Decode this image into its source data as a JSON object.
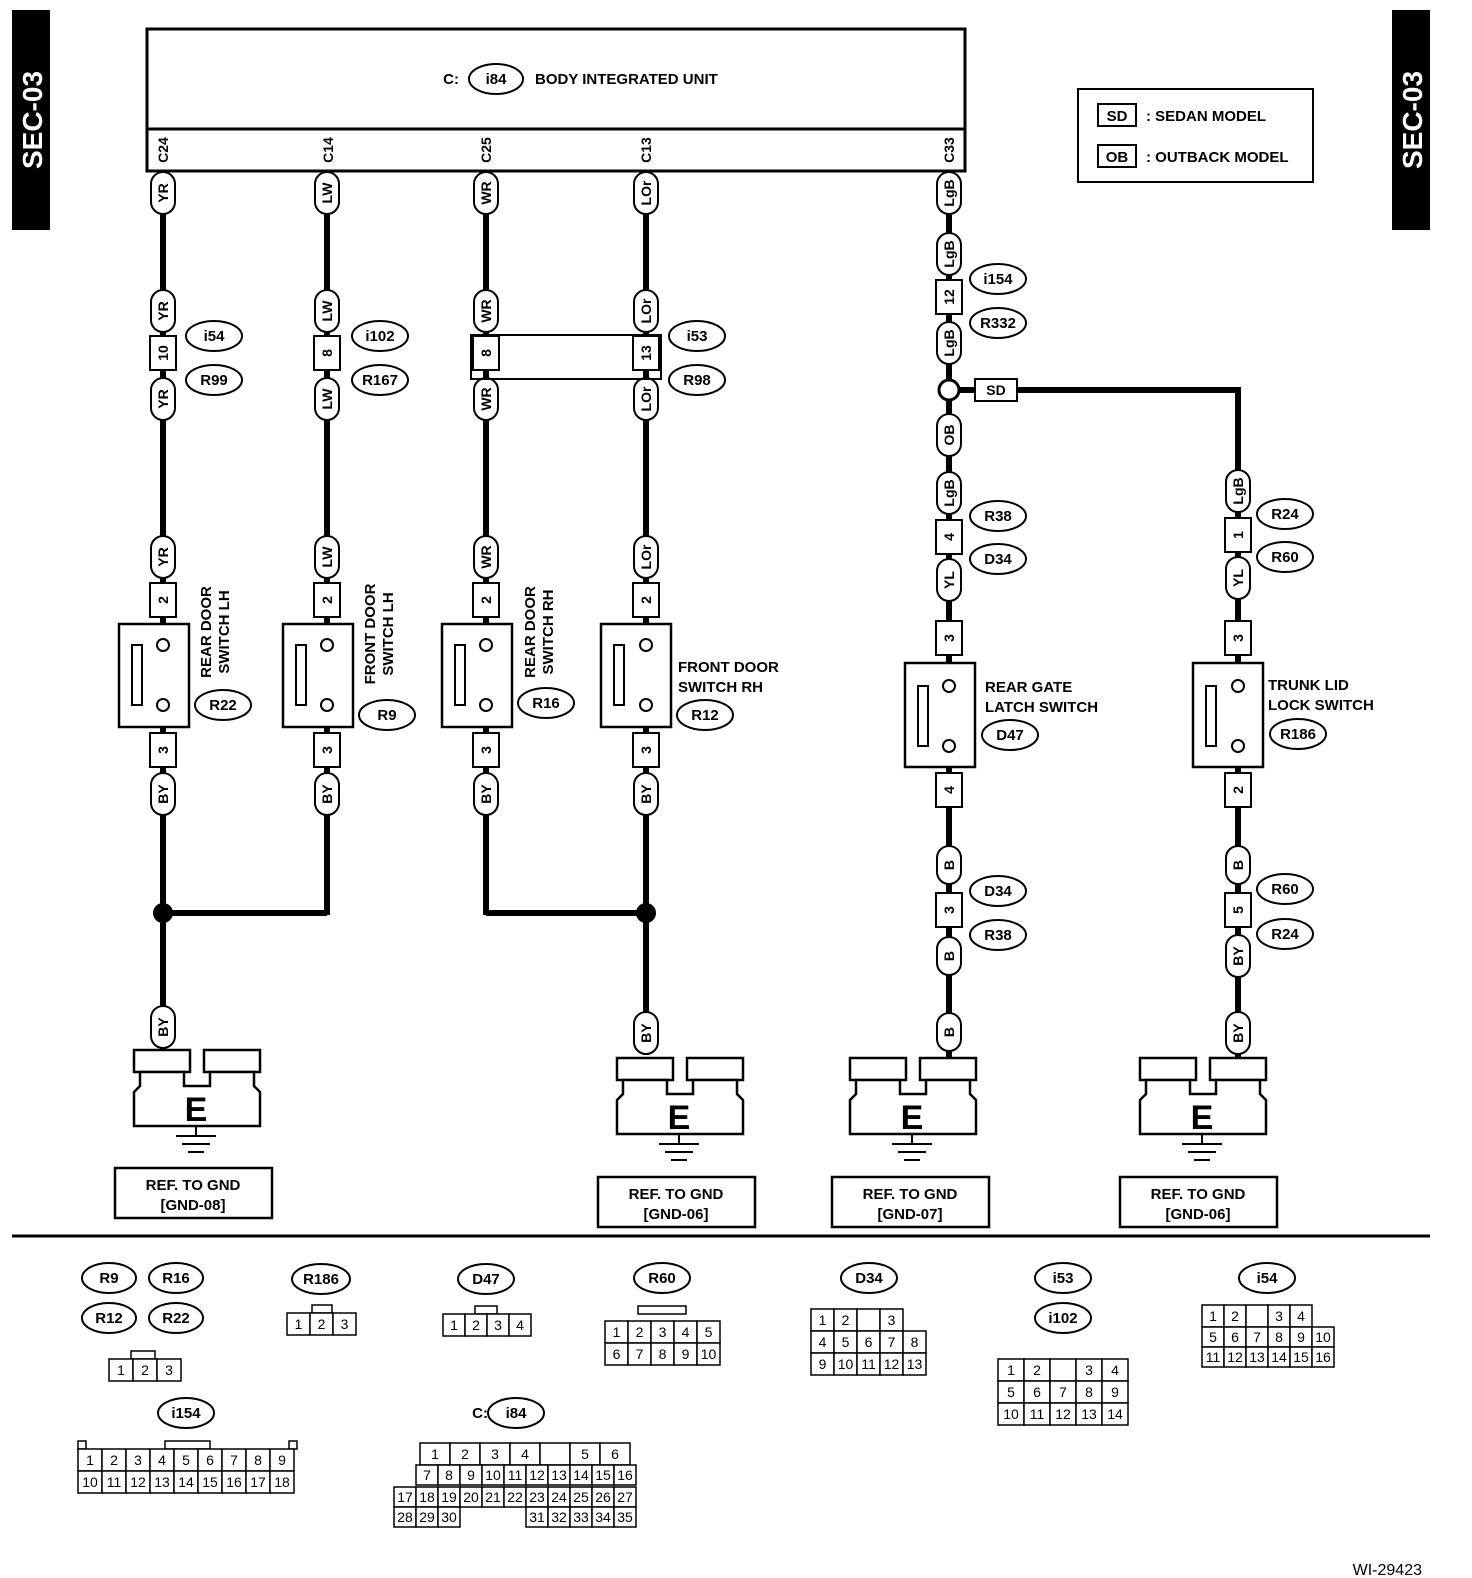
{
  "section_tag": "SEC-03",
  "unit": {
    "prefix": "C:",
    "code": "i84",
    "name": "BODY INTEGRATED UNIT"
  },
  "legend": [
    {
      "abbr": "SD",
      "text": ": SEDAN MODEL"
    },
    {
      "abbr": "OB",
      "text": ": OUTBACK MODEL"
    }
  ],
  "pins": [
    "C24",
    "C14",
    "C25",
    "C13",
    "C33"
  ],
  "wires": {
    "yr": "YR",
    "lw": "LW",
    "wr": "WR",
    "lor": "LOr",
    "lgb": "LgB",
    "by": "BY",
    "yl": "YL",
    "b": "B",
    "sd": "SD",
    "ob": "OB"
  },
  "connectors": {
    "i54": "i54",
    "r99": "R99",
    "i102": "i102",
    "r167": "R167",
    "i53": "i53",
    "r98": "R98",
    "i154": "i154",
    "r332": "R332",
    "r38": "R38",
    "d34": "D34",
    "r24": "R24",
    "r60": "R60",
    "r22": "R22",
    "r9": "R9",
    "r16": "R16",
    "r12": "R12",
    "d47": "D47",
    "r186": "R186"
  },
  "terminals": {
    "t10": "10",
    "t8": "8",
    "t13": "13",
    "t12": "12",
    "t4": "4",
    "t1": "1",
    "t2": "2",
    "t3": "3",
    "t5": "5"
  },
  "switches": {
    "rear_lh": [
      "REAR DOOR",
      "SWITCH LH"
    ],
    "front_lh": [
      "FRONT DOOR",
      "SWITCH LH"
    ],
    "rear_rh": [
      "REAR DOOR",
      "SWITCH RH"
    ],
    "front_rh": [
      "FRONT DOOR",
      "SWITCH RH"
    ],
    "rear_gate": [
      "REAR GATE",
      "LATCH SWITCH"
    ],
    "trunk": [
      "TRUNK LID",
      "LOCK SWITCH"
    ]
  },
  "grounds": [
    {
      "letter": "E",
      "ref": "REF. TO GND",
      "code": "[GND-08]"
    },
    {
      "letter": "E",
      "ref": "REF. TO GND",
      "code": "[GND-06]"
    },
    {
      "letter": "E",
      "ref": "REF. TO GND",
      "code": "[GND-07]"
    },
    {
      "letter": "E",
      "ref": "REF. TO GND",
      "code": "[GND-06]"
    }
  ],
  "connector_views": {
    "tags": {
      "r9": "R9",
      "r16": "R16",
      "r12": "R12",
      "r22": "R22",
      "r186": "R186",
      "d47": "D47",
      "r60": "R60",
      "d34": "D34",
      "i53": "i53",
      "i102": "i102",
      "i54": "i54",
      "i154": "i154",
      "i84": "i84",
      "i84_prefix": "C:"
    },
    "r9_group": [
      "1",
      "2",
      "3"
    ],
    "r186": [
      "1",
      "2",
      "3"
    ],
    "d47": [
      "1",
      "2",
      "3",
      "4"
    ],
    "r60": [
      [
        "1",
        "2",
        "3",
        "4",
        "5"
      ],
      [
        "6",
        "7",
        "8",
        "9",
        "10"
      ]
    ],
    "d34": [
      [
        "1",
        "2",
        "",
        "3"
      ],
      [
        "4",
        "5",
        "6",
        "7",
        "8"
      ],
      [
        "9",
        "10",
        "11",
        "12",
        "13"
      ]
    ],
    "i53": [
      [
        "1",
        "2",
        "",
        "3",
        "4"
      ],
      [
        "5",
        "6",
        "7",
        "8",
        "9"
      ],
      [
        "10",
        "11",
        "12",
        "13",
        "14"
      ]
    ],
    "i54": [
      [
        "1",
        "2",
        "",
        "3",
        "4"
      ],
      [
        "5",
        "6",
        "7",
        "8",
        "9",
        "10"
      ],
      [
        "11",
        "12",
        "13",
        "14",
        "15",
        "16"
      ]
    ],
    "i154": [
      [
        "1",
        "2",
        "3",
        "4",
        "5",
        "6",
        "7",
        "8",
        "9"
      ],
      [
        "10",
        "11",
        "12",
        "13",
        "14",
        "15",
        "16",
        "17",
        "18"
      ]
    ],
    "i84": [
      [
        "1",
        "2",
        "3",
        "4",
        "",
        "5",
        "6"
      ],
      [
        "7",
        "8",
        "9",
        "10",
        "11",
        "12",
        "13",
        "14",
        "15",
        "16"
      ],
      [
        "17",
        "18",
        "19",
        "20",
        "21",
        "22",
        "23",
        "24",
        "25",
        "26",
        "27"
      ],
      [
        "28",
        "29",
        "30",
        "31",
        "32",
        "33",
        "34",
        "35"
      ]
    ]
  },
  "figure_id": "WI-29423"
}
